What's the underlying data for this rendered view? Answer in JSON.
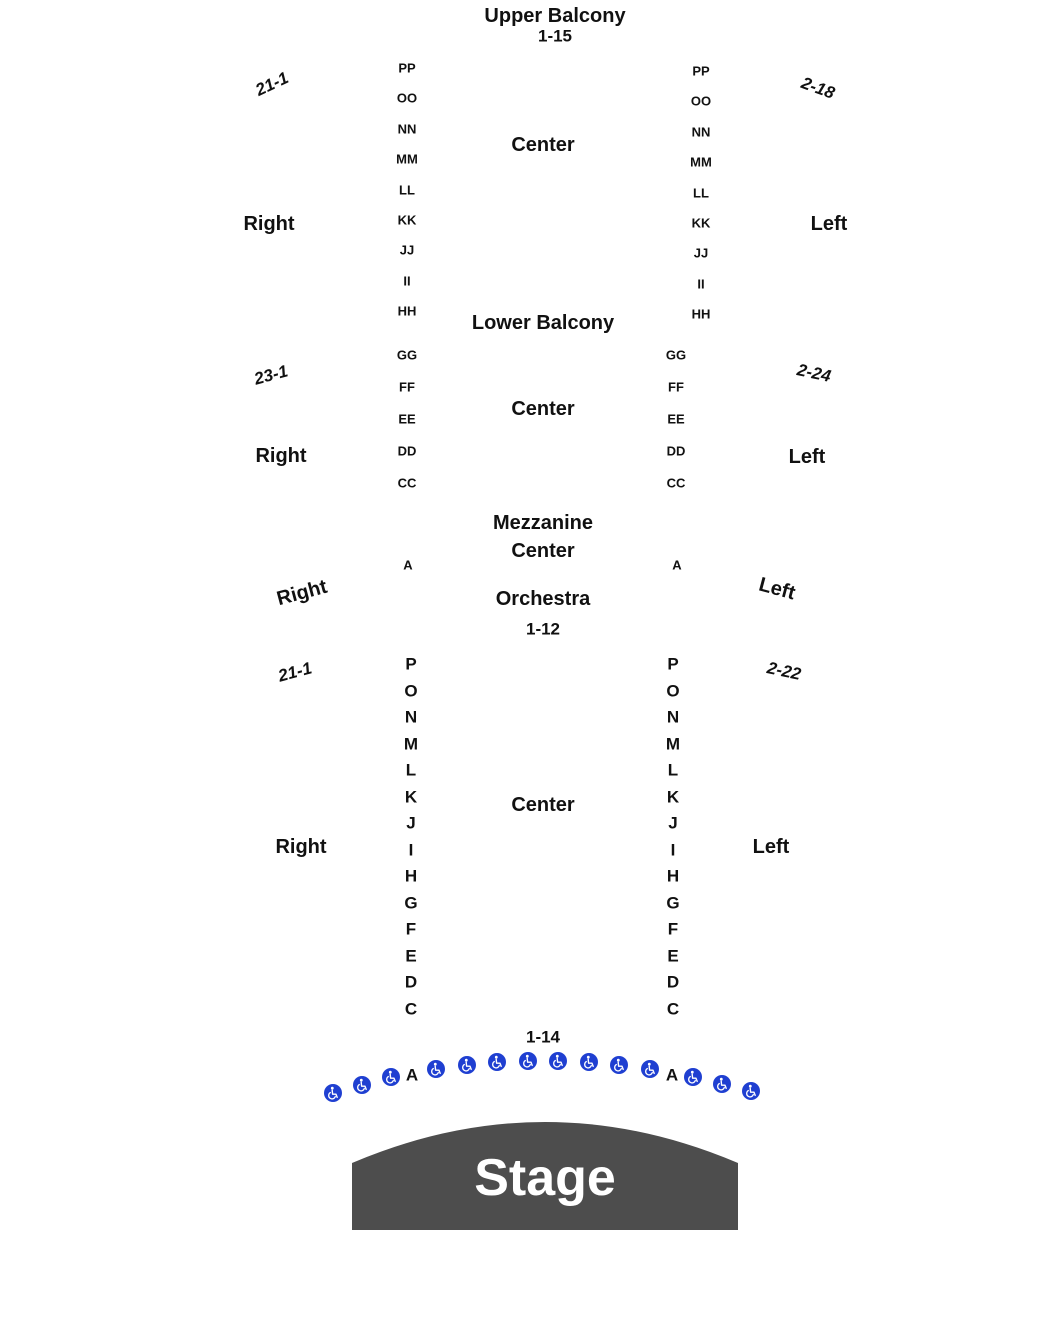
{
  "upper_balcony": {
    "title": "Upper Balcony",
    "range": "1-15",
    "center_label": "Center",
    "left_rows": [
      "PP",
      "OO",
      "NN",
      "MM",
      "LL",
      "KK",
      "JJ",
      "II",
      "HH"
    ],
    "right_rows": [
      "PP",
      "OO",
      "NN",
      "MM",
      "LL",
      "KK",
      "JJ",
      "II",
      "HH"
    ],
    "right_section": {
      "label": "Right",
      "range": "21-1"
    },
    "left_section": {
      "label": "Left",
      "range": "2-18"
    }
  },
  "lower_balcony": {
    "title": "Lower Balcony",
    "center_label": "Center",
    "left_rows": [
      "GG",
      "FF",
      "EE",
      "DD",
      "CC"
    ],
    "right_rows": [
      "GG",
      "FF",
      "EE",
      "DD",
      "CC"
    ],
    "right_section": {
      "label": "Right",
      "range": "23-1"
    },
    "left_section": {
      "label": "Left",
      "range": "2-24"
    }
  },
  "mezzanine": {
    "title": "Mezzanine",
    "center_label": "Center",
    "left_row": "A",
    "right_row": "A",
    "right_label": "Right",
    "left_label": "Left"
  },
  "orchestra": {
    "title": "Orchestra",
    "range": "1-12",
    "center_label": "Center",
    "left_rows": [
      "P",
      "O",
      "N",
      "M",
      "L",
      "K",
      "J",
      "I",
      "H",
      "G",
      "F",
      "E",
      "D",
      "C"
    ],
    "right_rows": [
      "P",
      "O",
      "N",
      "M",
      "L",
      "K",
      "J",
      "I",
      "H",
      "G",
      "F",
      "E",
      "D",
      "C"
    ],
    "right_section": {
      "label": "Right",
      "range": "21-1"
    },
    "left_section": {
      "label": "Left",
      "range": "2-22"
    },
    "front_range": "1-14",
    "front_row_left": "A",
    "front_row_right": "A"
  },
  "stage": {
    "label": "Stage",
    "color": "#4d4d4d"
  },
  "wheelchair": {
    "icon": "wheelchair-icon",
    "color": "#1f3fd1"
  }
}
